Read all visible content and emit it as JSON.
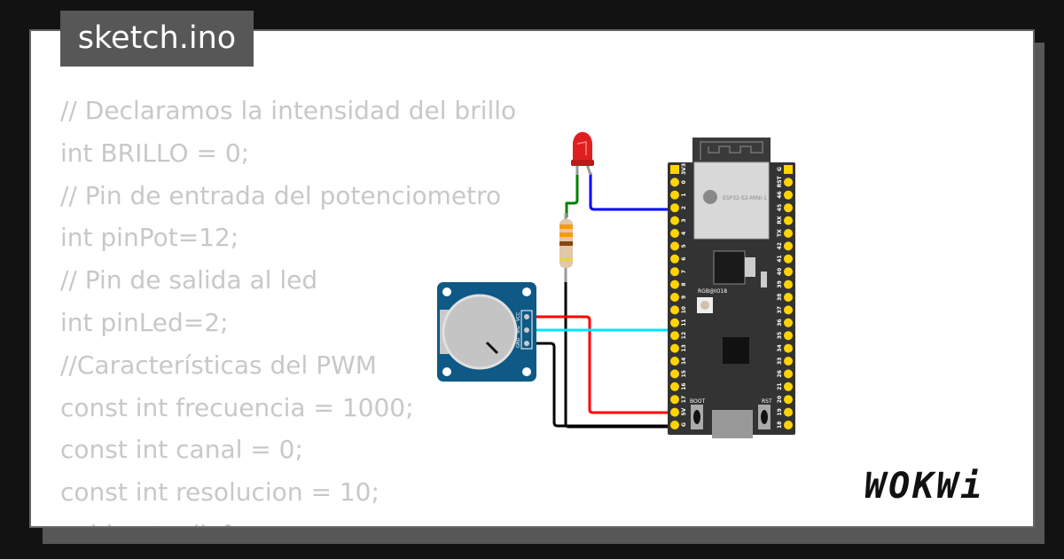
{
  "tab": {
    "filename": "sketch.ino"
  },
  "code_lines": [
    "// Declaramos la intensidad del brillo",
    "int BRILLO = 0;",
    "// Pin de entrada del potenciometro",
    "int pinPot=12;",
    "// Pin de salida al led",
    "int pinLed=2;",
    "//Características del PWM",
    "const int frecuencia = 1000;",
    "const int canal = 0;",
    "const int resolucion = 10;",
    "void setup() {"
  ],
  "board": {
    "module_label": "ESP32-S2-MINI-1",
    "rgb_label": "RGB@IO18",
    "boot_label": "BOOT",
    "rst_label": "RST",
    "left_pins": [
      "3V3",
      "0",
      "1",
      "2",
      "3",
      "4",
      "5",
      "6",
      "7",
      "8",
      "9",
      "10",
      "11",
      "12",
      "13",
      "14",
      "15",
      "16",
      "17",
      "5V",
      "G"
    ],
    "right_pins": [
      "G",
      "RST",
      "46",
      "45",
      "RX",
      "TX",
      "42",
      "41",
      "40",
      "39",
      "38",
      "37",
      "36",
      "35",
      "34",
      "33",
      "26",
      "21",
      "20",
      "19",
      "18"
    ]
  },
  "potentiometer": {
    "pins": [
      "VCC",
      "SIG",
      "GND"
    ]
  },
  "wire_colors": {
    "blue": "#0000ff",
    "green": "#008000",
    "red": "#ff0000",
    "cyan": "#00e5ff",
    "black": "#000000"
  },
  "logo": {
    "text": "WOKWi"
  }
}
